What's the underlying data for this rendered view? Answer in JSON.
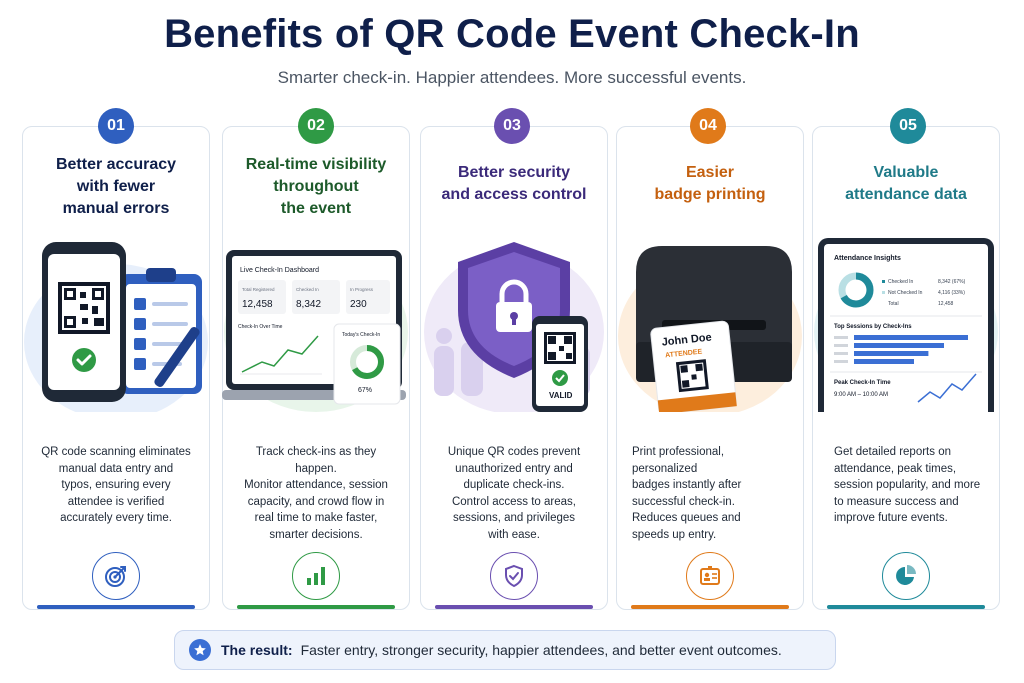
{
  "header": {
    "title": "Benefits of QR Code Event Check-In",
    "subtitle": "Smarter check-in. Happier attendees. More successful events."
  },
  "colors": {
    "navy": "#0f1f4a",
    "blue": "#2f5fbf",
    "green": "#2f9a45",
    "purple": "#6a4fb0",
    "orange": "#e07a1a",
    "teal": "#1f8a9a"
  },
  "cards": [
    {
      "number": "01",
      "title_lines": [
        "Better accuracy",
        "with fewer",
        "manual errors"
      ],
      "description_lines": [
        "QR code scanning eliminates",
        "manual data entry and",
        "typos, ensuring every",
        "attendee is verified",
        "accurately every time."
      ],
      "icon": "target-icon"
    },
    {
      "number": "02",
      "title_lines": [
        "Real-time visibility",
        "throughout",
        "the event"
      ],
      "description_lines": [
        "Track check-ins as they happen.",
        "Monitor attendance, session",
        "capacity, and crowd flow in",
        "real time to make faster,",
        "smarter decisions."
      ],
      "icon": "bar-chart-icon",
      "dashboard": {
        "title": "Live Check-In Dashboard",
        "stats": [
          {
            "label": "Total Registered",
            "value": "12,458"
          },
          {
            "label": "Checked In",
            "value": "8,342"
          },
          {
            "label": "In Progress",
            "value": "230"
          }
        ],
        "chart_label": "Check-In Over Time",
        "today_label": "Today's Check-In",
        "today_value": "67%",
        "today_fraction": 0.67
      }
    },
    {
      "number": "03",
      "title_lines": [
        "Better security",
        "and access control"
      ],
      "description_lines": [
        "Unique QR codes prevent",
        "unauthorized entry and",
        "duplicate check-ins.",
        "Control access to areas,",
        "sessions, and privileges",
        "with ease."
      ],
      "icon": "shield-check-icon",
      "phone_status": "VALID"
    },
    {
      "number": "04",
      "title_lines": [
        "Easier",
        "badge printing"
      ],
      "description_lines": [
        "Print professional, personalized",
        "badges instantly after",
        "successful check-in.",
        "Reduces queues and",
        "speeds up entry."
      ],
      "icon": "badge-icon",
      "badge_name": "John Doe",
      "badge_role": "ATTENDEE"
    },
    {
      "number": "05",
      "title_lines": [
        "Valuable",
        "attendance data"
      ],
      "description_lines": [
        "Get detailed reports on",
        "attendance, peak times,",
        "session popularity, and more",
        "to measure success and",
        "improve future events."
      ],
      "icon": "pie-chart-icon",
      "insights": {
        "title": "Attendance Insights",
        "rows": [
          {
            "label": "Checked In",
            "value": "8,342 (67%)"
          },
          {
            "label": "Not Checked In",
            "value": "4,116 (33%)"
          },
          {
            "label": "Total",
            "value": "12,458"
          }
        ],
        "checked_in_fraction": 0.67,
        "sessions_title": "Top Sessions by Check-Ins",
        "session_bars": [
          0.95,
          0.75,
          0.62,
          0.5
        ],
        "peak_title": "Peak Check-In Time",
        "peak_value": "9:00 AM – 10:00 AM"
      }
    }
  ],
  "result": {
    "lead": "The result:",
    "text": "Faster entry, stronger security, happier attendees, and better event outcomes."
  }
}
